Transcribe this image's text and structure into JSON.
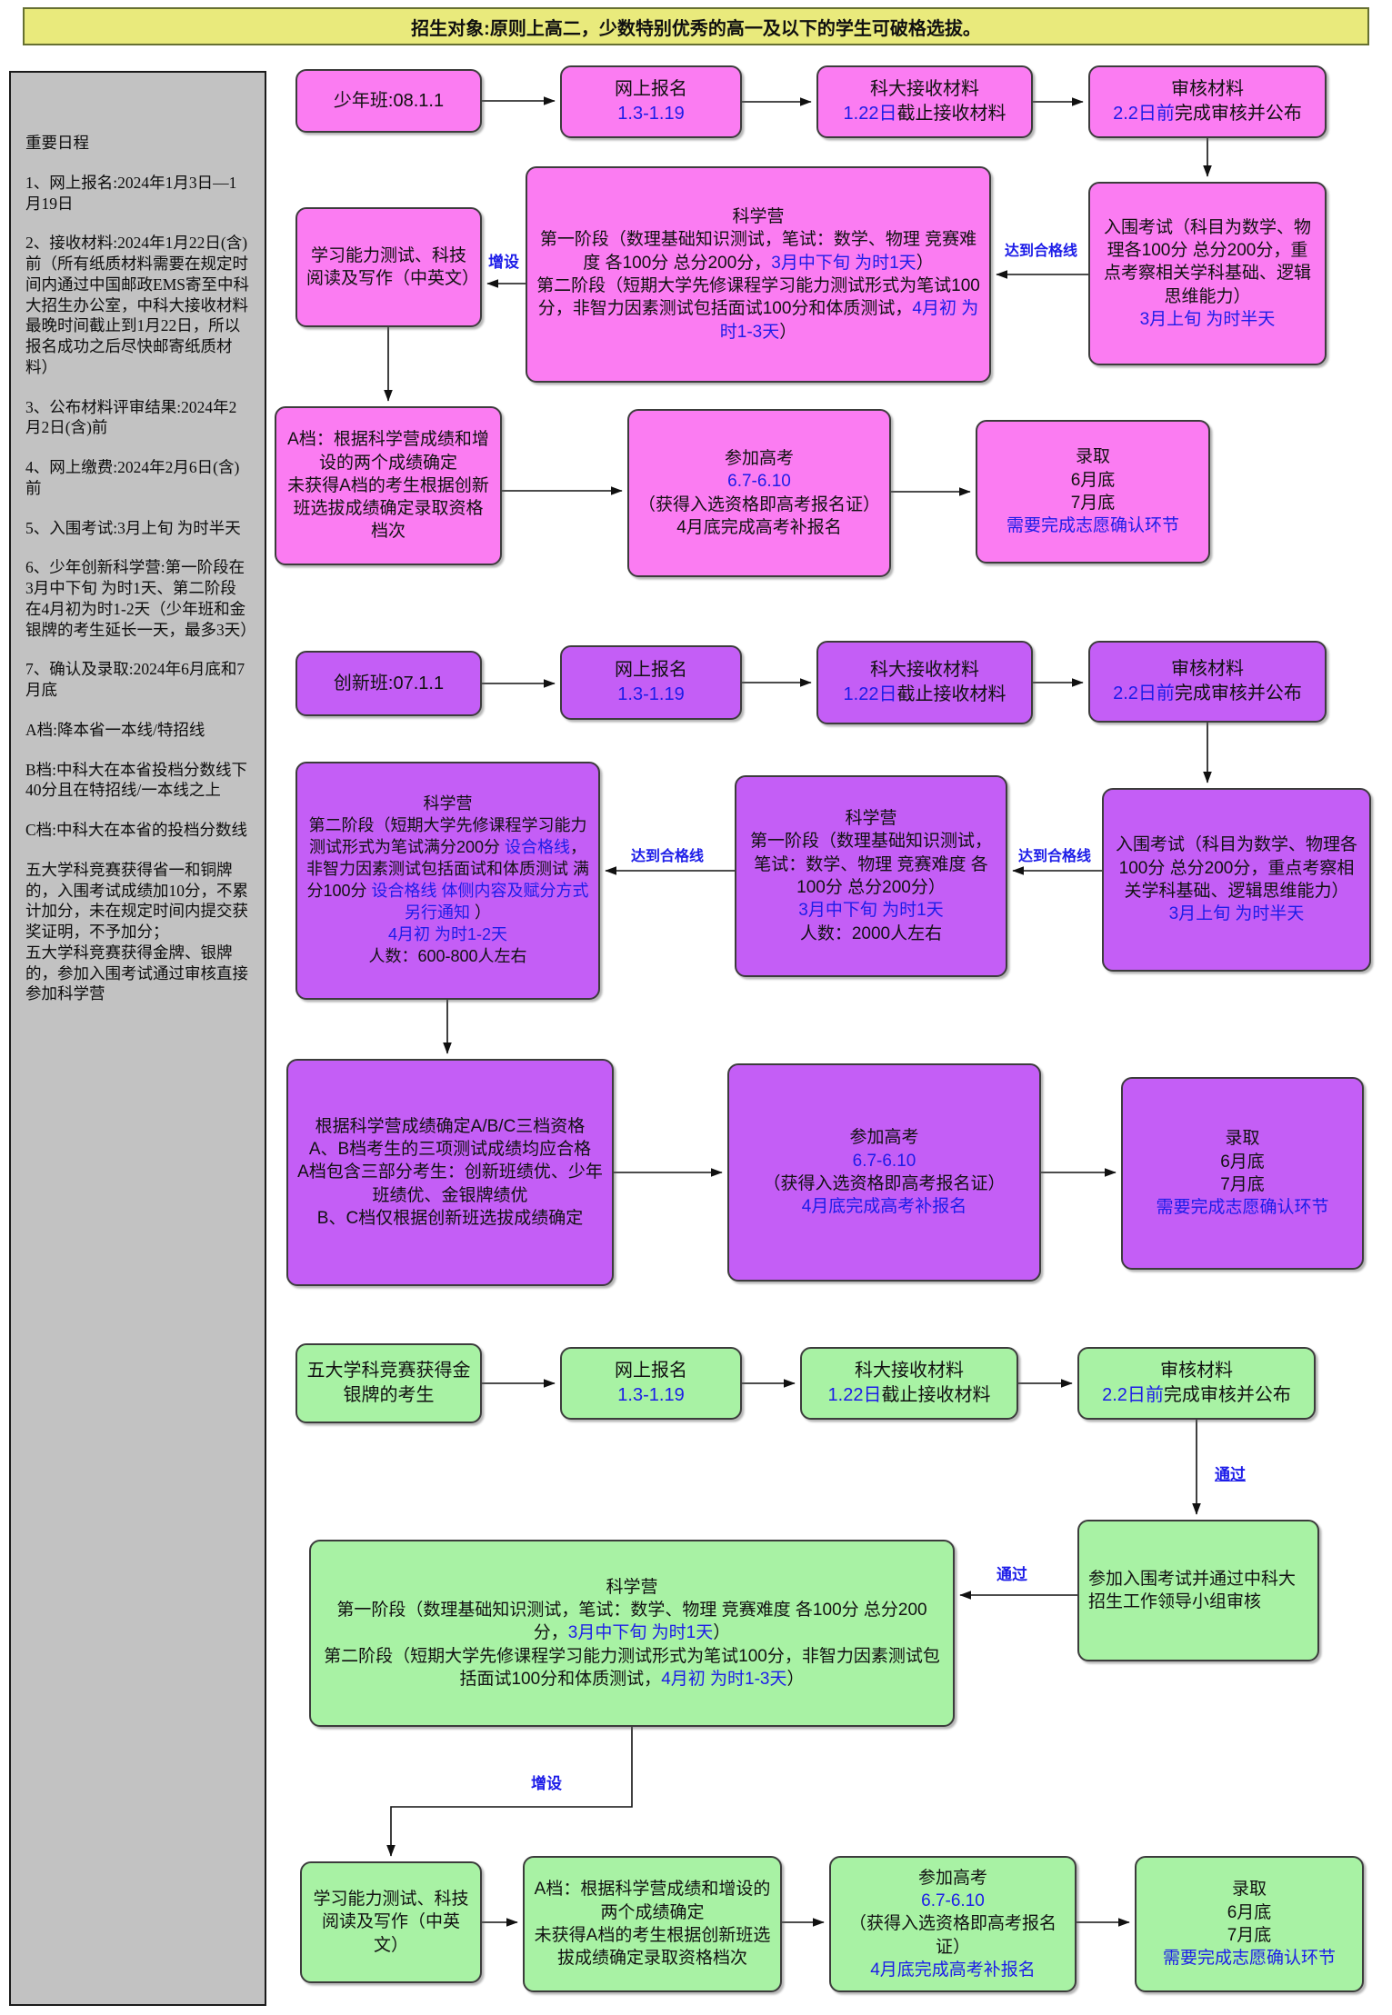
{
  "banner": "招生对象:原则上高二，少数特别优秀的高一及以下的学生可破格选拔。",
  "colors": {
    "banner_bg": "#e9ea7c",
    "sidebar_bg": "#c2c2c2",
    "pink": "#fb7cf2",
    "purple": "#c45ef6",
    "green": "#a8f2a4",
    "highlight_blue": "#1c1ce8"
  },
  "arrow_labels": {
    "zengshe": "增设",
    "hegexian": "达到合格线",
    "tongguo": "通过"
  },
  "sidebar": [
    [
      {
        "t": "重要日程"
      }
    ],
    [
      {
        "t": "1、网上报名:2024年1月3日—1月19日"
      }
    ],
    [
      {
        "t": "2、接收材料:2024年1月22日(含)前（所有纸质材料需要在规定时间内通过中国邮政EMS寄至中科大招生办公室，中科大接收材料最晚时间截止到1月22日，所以报名成功之后尽快邮寄纸质材料）"
      }
    ],
    [
      {
        "t": "3、公布材料评审结果:2024年2月2日(含)前"
      }
    ],
    [
      {
        "t": "4、网上缴费:2024年2月6日(含)前"
      }
    ],
    [
      {
        "t": "5、入围考试:3月上旬 为时半天"
      }
    ],
    [
      {
        "t": "6、少年创新科学营:第一阶段在3月中下旬 为时1天、第二阶段在4月初为时1-2天（少年班和金银牌的考生延长一天，最多3天）"
      }
    ],
    [
      {
        "t": "7、确认及录取:2024年6月底和7月底"
      }
    ],
    [
      {
        "t": "A档:降本省一本线/特招线"
      }
    ],
    [
      {
        "t": "B档:中科大在本省投档分数线下40分且在特招线/一本线之上"
      }
    ],
    [
      {
        "t": "C档:中科大在本省的投档分数线"
      }
    ],
    [
      {
        "t": "五大学科竞赛获得省一和铜牌的，入围考试成绩加10分，不累计加分，未在规定时间内提交获奖证明，不予加分；",
        "br": true
      },
      {
        "t": "五大学科竞赛获得金牌、银牌的，参加入围考试通过审核直接参加科学营"
      }
    ]
  ],
  "shaonianban": {
    "start": [
      [
        {
          "t": "少年班:08.1.1"
        }
      ]
    ],
    "register": [
      [
        {
          "t": "网上报名"
        }
      ],
      [
        {
          "t": "1.3-1.19",
          "b": true
        }
      ]
    ],
    "receive": [
      [
        {
          "t": "科大接收材料"
        }
      ],
      [
        {
          "t": "1.22日",
          "b": true
        },
        {
          "t": "截止接收材料"
        }
      ]
    ],
    "review": [
      [
        {
          "t": "审核材料"
        }
      ],
      [
        {
          "t": "2.2日前",
          "b": true
        },
        {
          "t": "完成审核并公布"
        }
      ]
    ],
    "ability_test": [
      [
        {
          "t": "学习能力测试、科技阅读及写作（中英文）"
        }
      ]
    ],
    "science_camp": [
      [
        {
          "t": "科学营"
        }
      ],
      [
        {
          "t": "第一阶段（数理基础知识测试，笔试：数学、物理 竞赛难度 各100分 总分200分，"
        },
        {
          "t": "3月中下旬 为时1天",
          "b": true
        },
        {
          "t": "）"
        }
      ],
      [
        {
          "t": "第二阶段（短期大学先修课程学习能力测试形式为笔试100分，非智力因素测试包括面试100分和体质测试，"
        },
        {
          "t": "4月初 为时1-3天",
          "b": true
        },
        {
          "t": "）"
        }
      ]
    ],
    "qualifying_exam": [
      [
        {
          "t": "入围考试（科目为数学、物理各100分 总分200分，重点考察相关学科基础、逻辑思维能力）"
        }
      ],
      [
        {
          "t": "3月上旬 为时半天",
          "b": true
        }
      ]
    ],
    "grade_a": [
      [
        {
          "t": "A档：根据科学营成绩和增设的两个成绩确定"
        }
      ],
      [
        {
          "t": "未获得A档的考生根据创新班选拔成绩确定录取资格档次"
        }
      ]
    ],
    "gaokao": [
      [
        {
          "t": "参加高考"
        }
      ],
      [
        {
          "t": "6.7-6.10",
          "b": true
        }
      ],
      [
        {
          "t": "（获得入选资格即高考报名证）"
        }
      ],
      [
        {
          "t": "4月底完成高考补报名"
        }
      ]
    ],
    "admission": [
      [
        {
          "t": "录取"
        }
      ],
      [
        {
          "t": "6月底"
        }
      ],
      [
        {
          "t": "7月底"
        }
      ],
      [
        {
          "t": "需要完成志愿确认环节",
          "b": true
        }
      ]
    ]
  },
  "chuangxinban": {
    "start": [
      [
        {
          "t": "创新班:07.1.1"
        }
      ]
    ],
    "register": [
      [
        {
          "t": "网上报名"
        }
      ],
      [
        {
          "t": "1.3-1.19",
          "b": true
        }
      ]
    ],
    "receive": [
      [
        {
          "t": "科大接收材料"
        }
      ],
      [
        {
          "t": "1.22日",
          "b": true
        },
        {
          "t": "截止接收材料"
        }
      ]
    ],
    "review": [
      [
        {
          "t": "审核材料"
        }
      ],
      [
        {
          "t": "2.2日前",
          "b": true
        },
        {
          "t": "完成审核并公布"
        }
      ]
    ],
    "science_camp_stage2": [
      [
        {
          "t": "科学营"
        }
      ],
      [
        {
          "t": "第二阶段（短期大学先修课程学习能力测试形式为笔试满分200分 "
        },
        {
          "t": "设合格线",
          "b": true
        },
        {
          "t": "，非智力因素测试包括面试和体质测试 满分100分 "
        },
        {
          "t": "设合格线 体侧内容及赋分方式另行通知",
          "b": true
        },
        {
          "t": " ）"
        }
      ],
      [
        {
          "t": "4月初 为时1-2天",
          "b": true
        }
      ],
      [
        {
          "t": "人数：600-800人左右"
        }
      ]
    ],
    "science_camp_stage1": [
      [
        {
          "t": "科学营"
        }
      ],
      [
        {
          "t": "第一阶段（数理基础知识测试，笔试：数学、物理 竞赛难度 各100分 总分200分）"
        }
      ],
      [
        {
          "t": "3月中下旬 为时1天",
          "b": true
        }
      ],
      [
        {
          "t": "人数：2000人左右"
        }
      ]
    ],
    "qualifying_exam": [
      [
        {
          "t": "入围考试（科目为数学、物理各100分 总分200分，重点考察相关学科基础、逻辑思维能力）"
        }
      ],
      [
        {
          "t": "3月上旬 为时半天",
          "b": true
        }
      ]
    ],
    "abc_grades": [
      [
        {
          "t": "根据科学营成绩确定A/B/C三档资格"
        }
      ],
      [
        {
          "t": "A、B档考生的三项测试成绩均应合格"
        }
      ],
      [
        {
          "t": "A档包含三部分考生：创新班绩优、少年班绩优、金银牌绩优"
        }
      ],
      [
        {
          "t": "B、C档仅根据创新班选拔成绩确定"
        }
      ]
    ],
    "gaokao": [
      [
        {
          "t": "参加高考"
        }
      ],
      [
        {
          "t": "6.7-6.10",
          "b": true
        }
      ],
      [
        {
          "t": "（获得入选资格即高考报名证）"
        }
      ],
      [
        {
          "t": "4月底完成高考补报名",
          "b": true
        }
      ]
    ],
    "admission": [
      [
        {
          "t": "录取"
        }
      ],
      [
        {
          "t": "6月底"
        }
      ],
      [
        {
          "t": "7月底"
        }
      ],
      [
        {
          "t": "需要完成志愿确认环节",
          "b": true
        }
      ]
    ]
  },
  "medalist": {
    "start": [
      [
        {
          "t": "五大学科竞赛获得金银牌的考生"
        }
      ]
    ],
    "register": [
      [
        {
          "t": "网上报名"
        }
      ],
      [
        {
          "t": "1.3-1.19",
          "b": true
        }
      ]
    ],
    "receive": [
      [
        {
          "t": "科大接收材料"
        }
      ],
      [
        {
          "t": "1.22日",
          "b": true
        },
        {
          "t": "截止接收材料"
        }
      ]
    ],
    "review": [
      [
        {
          "t": "审核材料"
        }
      ],
      [
        {
          "t": "2.2日前",
          "b": true
        },
        {
          "t": "完成审核并公布"
        }
      ]
    ],
    "science_camp": [
      [
        {
          "t": "科学营"
        }
      ],
      [
        {
          "t": "第一阶段（数理基础知识测试，笔试：数学、物理 竞赛难度 各100分 总分200分，"
        },
        {
          "t": "3月中下旬 为时1天",
          "b": true
        },
        {
          "t": "）"
        }
      ],
      [
        {
          "t": "第二阶段（短期大学先修课程学习能力测试形式为笔试100分，非智力因素测试包括面试100分和体质测试，"
        },
        {
          "t": "4月初 为时1-3天",
          "b": true
        },
        {
          "t": "）"
        }
      ]
    ],
    "qualifying_review": [
      [
        {
          "t": "参加入围考试并通过中科大招生工作领导小组审核"
        }
      ]
    ],
    "ability_test": [
      [
        {
          "t": "学习能力测试、科技阅读及写作（中英文）"
        }
      ]
    ],
    "grade_a": [
      [
        {
          "t": "A档：根据科学营成绩和增设的两个成绩确定"
        }
      ],
      [
        {
          "t": "未获得A档的考生根据创新班选拔成绩确定录取资格档次"
        }
      ]
    ],
    "gaokao": [
      [
        {
          "t": "参加高考"
        }
      ],
      [
        {
          "t": "6.7-6.10",
          "b": true
        }
      ],
      [
        {
          "t": "（获得入选资格即高考报名证）"
        }
      ],
      [
        {
          "t": "4月底完成高考补报名",
          "b": true
        }
      ]
    ],
    "admission": [
      [
        {
          "t": "录取"
        }
      ],
      [
        {
          "t": "6月底"
        }
      ],
      [
        {
          "t": "7月底"
        }
      ],
      [
        {
          "t": "需要完成志愿确认环节",
          "b": true
        }
      ]
    ]
  }
}
